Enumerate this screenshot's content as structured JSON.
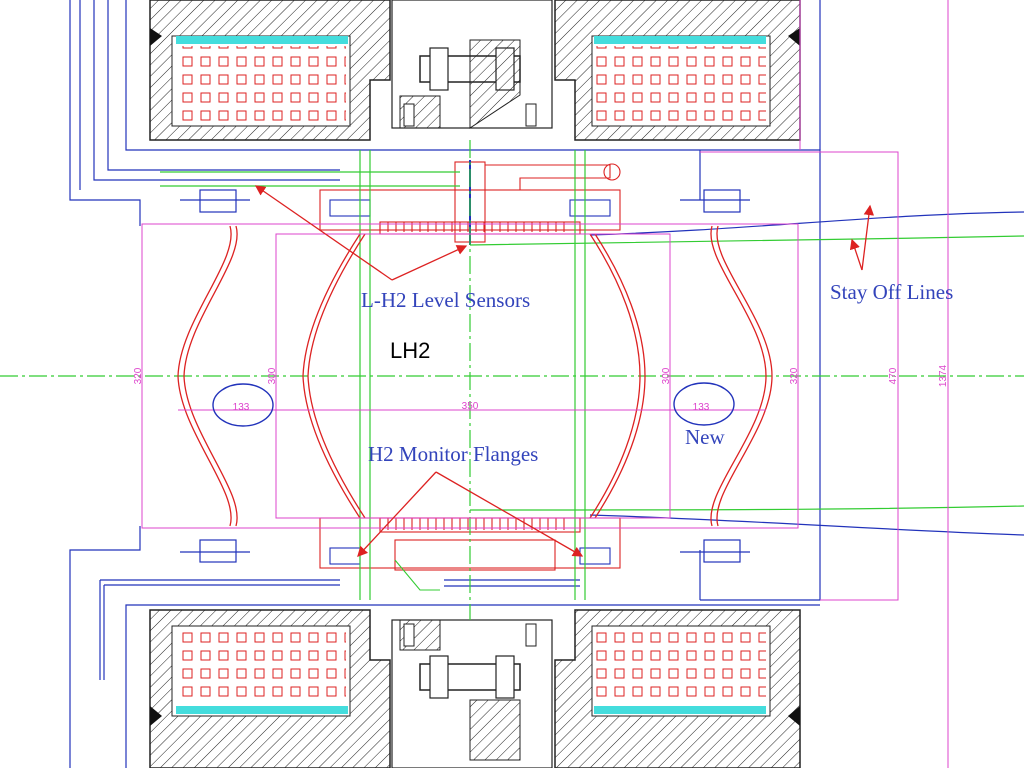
{
  "labels": {
    "level_sensors": "L-H2 Level Sensors",
    "monitor_flanges": "H2 Monitor Flanges",
    "stay_off": "Stay Off Lines",
    "lh2": "LH2",
    "new": "New"
  },
  "dimensions": {
    "d_320_left": "320",
    "d_300_left": "300",
    "d_300_right": "300",
    "d_320_right": "320",
    "d_470": "470",
    "d_1374": "1374",
    "d_350": "350",
    "d_133_left": "133",
    "d_133_right": "133"
  },
  "colors": {
    "blue": "#2233bb",
    "red": "#dd2222",
    "magenta": "#dd44cc",
    "green": "#33cc33",
    "cyan": "#44dddd",
    "black": "#222222",
    "annotation": "#3344bb"
  }
}
